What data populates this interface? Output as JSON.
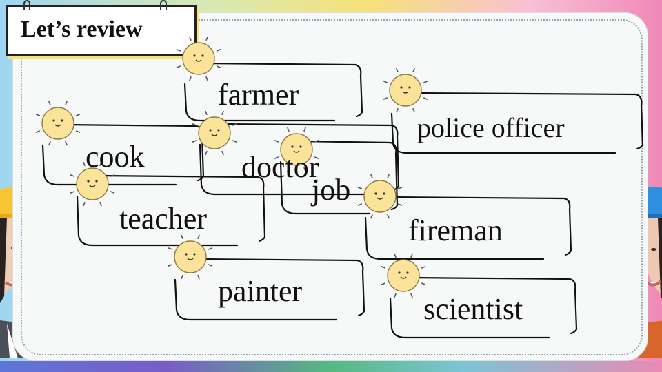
{
  "title": "Let’s review",
  "words": [
    {
      "id": "farmer",
      "text": "farmer"
    },
    {
      "id": "police-officer",
      "text": "police officer"
    },
    {
      "id": "cook",
      "text": "cook"
    },
    {
      "id": "doctor",
      "text": "doctor"
    },
    {
      "id": "job",
      "text": "job"
    },
    {
      "id": "teacher",
      "text": "teacher"
    },
    {
      "id": "fireman",
      "text": "fireman"
    },
    {
      "id": "painter",
      "text": "painter"
    },
    {
      "id": "scientist",
      "text": "scientist"
    }
  ],
  "colors": {
    "sun_fill": "#fbe39a",
    "sun_stroke": "#8a7a44",
    "ink": "#111111",
    "board": "#f7f8f8"
  },
  "icons": {
    "sun": "smiling-sun-icon",
    "helmet": "hard-hat-icon"
  }
}
